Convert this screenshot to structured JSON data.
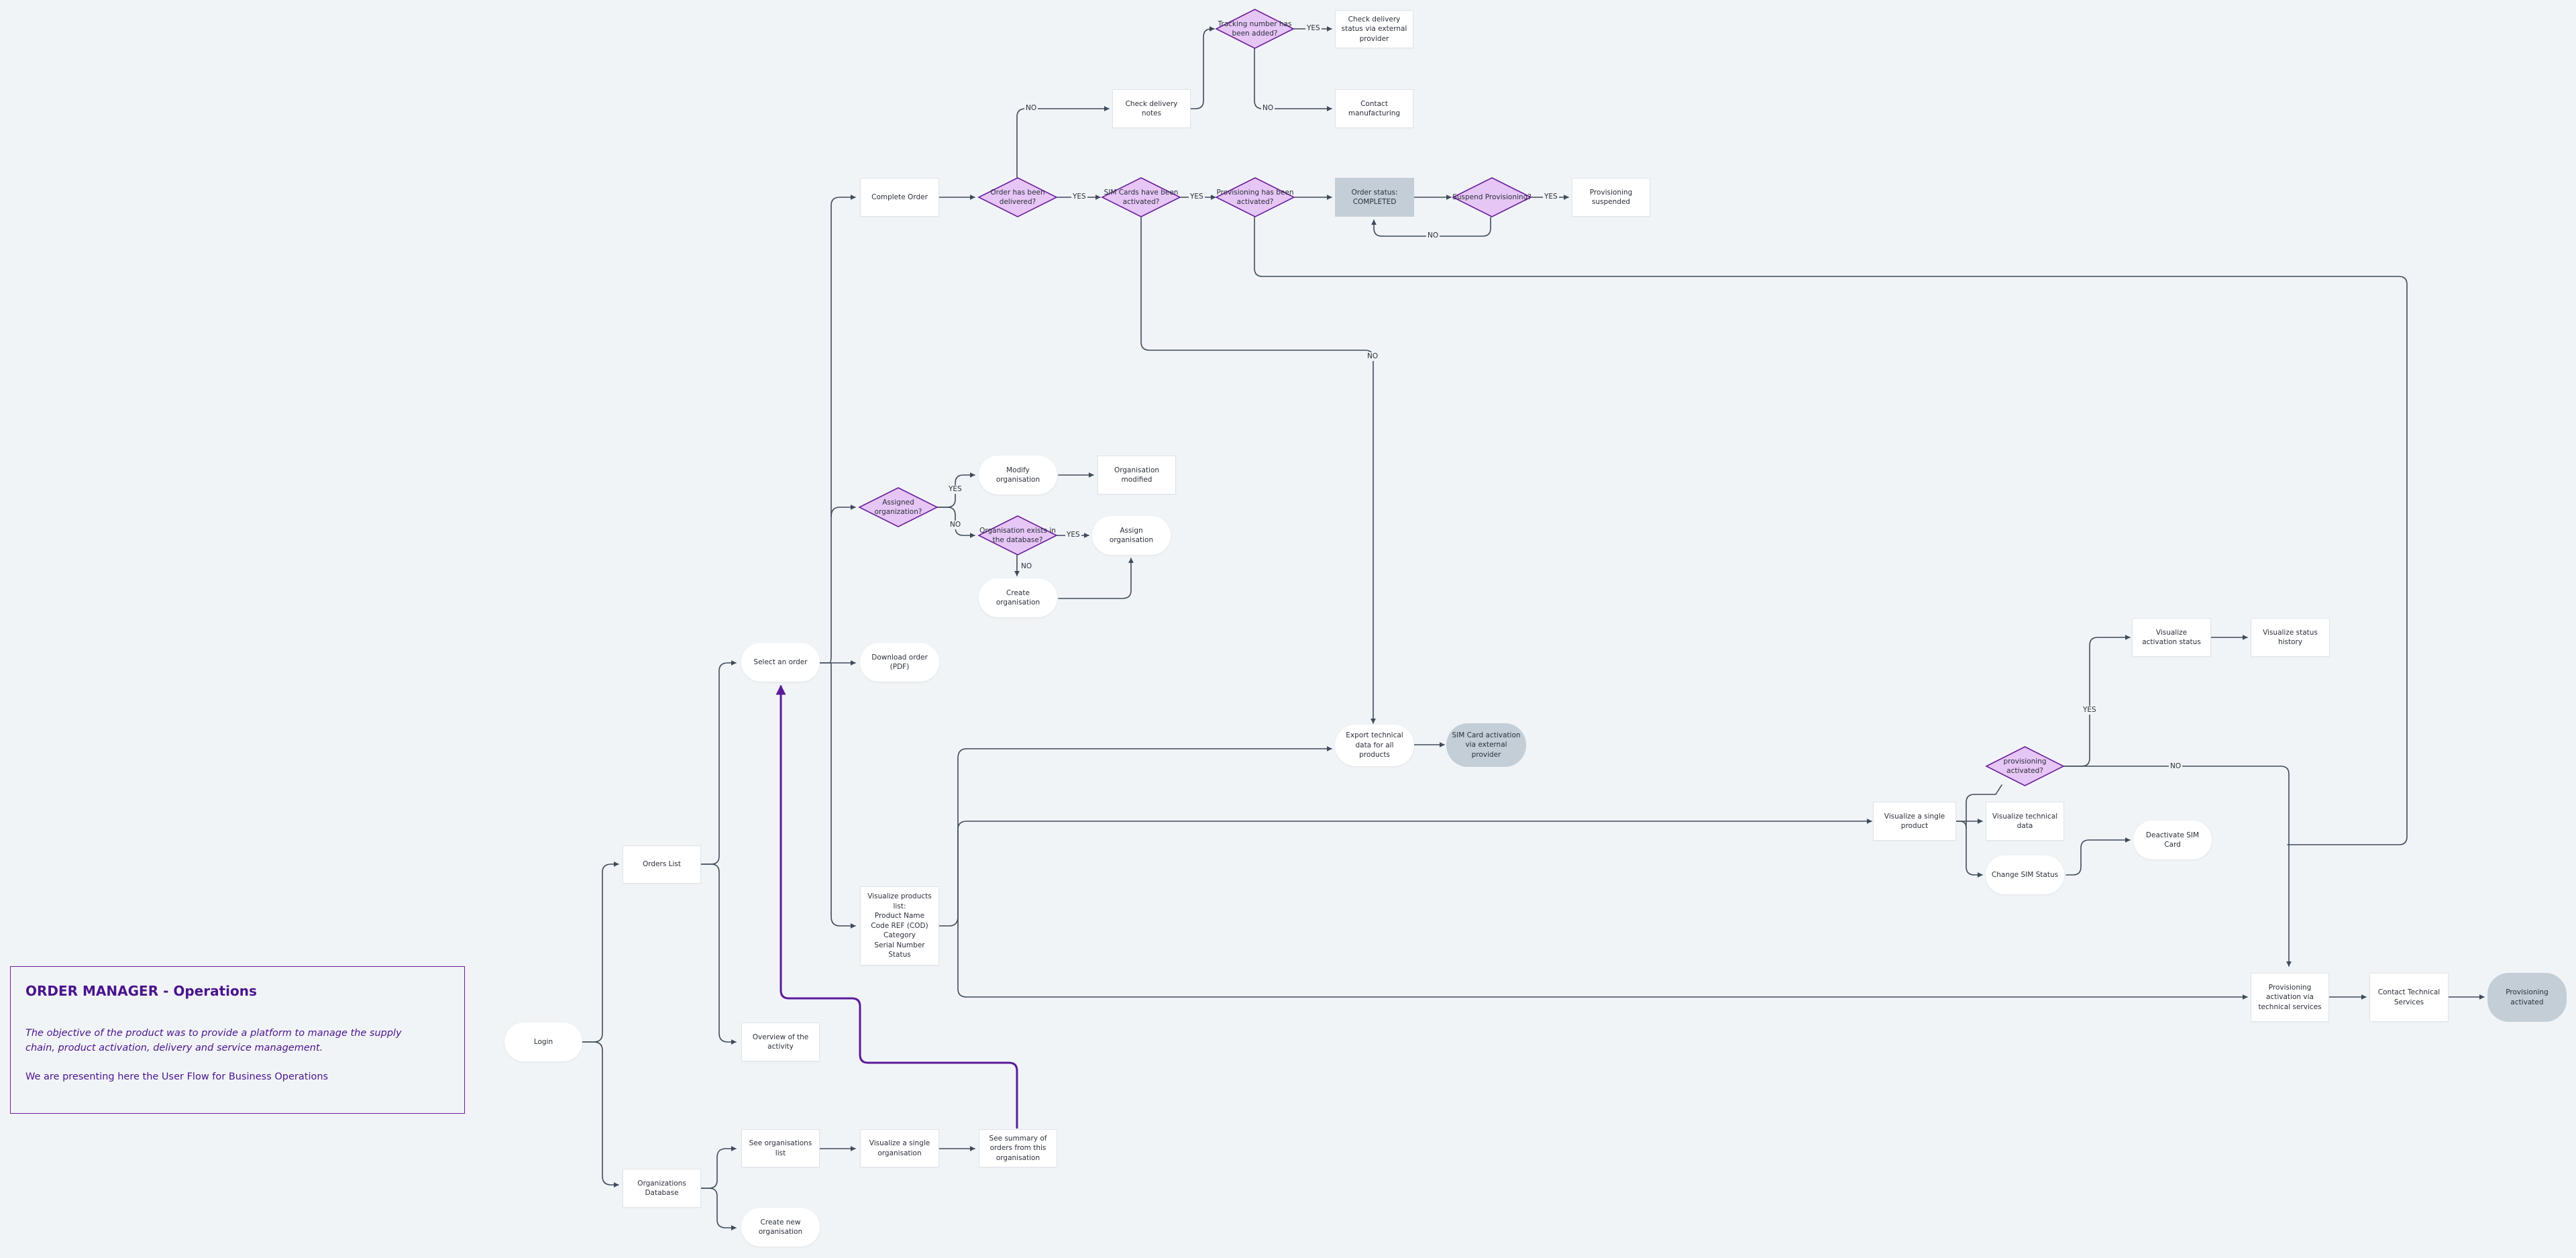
{
  "info": {
    "title": "ORDER MANAGER - Operations",
    "description": "The objective of the product was to provide a platform to manage the supply chain, product activation, delivery and service management.",
    "note": "We are presenting here the User Flow for Business Operations"
  },
  "colors": {
    "background": "#f1f4f7",
    "decision_fill": "#e6c6f5",
    "decision_stroke": "#6a1b9a",
    "connector": "#3f4a5a",
    "highlight_path": "#5c1a99",
    "terminal_fill": "#c3ced7",
    "title_text": "#4a148c"
  },
  "nodes": {
    "login": "Login",
    "orders_list": "Orders List",
    "org_database": "Organizations Database",
    "select_order": "Select an order",
    "overview": "Overview of the activity",
    "see_org_list": "See organisations list",
    "create_org_new": "Create new organisation",
    "visualize_single_org": "Visualize a single organisation",
    "see_summary": "See summary of orders from this organisation",
    "complete_order": "Complete Order",
    "order_delivered": "Order has been delivered?",
    "check_delivery_notes": "Check delivery notes",
    "tracking_number": "Tracking number has been added?",
    "check_delivery_status": "Check delivery status via external provider",
    "contact_manufacturing": "Contact manufacturing",
    "sim_activated": "SIM Cards have been activated?",
    "provisioning_activated_q": "Provisioning has been activated?",
    "order_completed": "Order status: COMPLETED",
    "suspend_provisioning": "Suspend Provisioning?",
    "provisioning_suspended": "Provisioning suspended",
    "assigned_org": "Assigned organization?",
    "modify_org": "Modify organisation",
    "org_modified": "Organisation modified",
    "org_exists": "Organisation exists in the database?",
    "assign_org": "Assign organisation",
    "create_org": "Create organisation",
    "download_order": "Download order (PDF)",
    "visualize_products": "Visualize products list:\nProduct Name\nCode REF (COD)\nCategory\nSerial Number\nStatus",
    "export_technical": "Export technical data for all products",
    "sim_activation_ext": "SIM Card activation via external provider",
    "visualize_single_product": "Visualize a single product",
    "visualize_technical": "Visualize technical data",
    "change_sim_status": "Change SIM Status",
    "deactivate_sim": "Deactivate SIM Card",
    "provisioning_q": "provisioning activated?",
    "visualize_activation": "Visualize activation status",
    "visualize_history": "Visualize status history",
    "provisioning_tech": "Provisioning activation via technical services",
    "contact_tech": "Contact Technical Services",
    "provisioning_activated": "Provisioning activated"
  },
  "edge_labels": {
    "yes": "YES",
    "no": "NO"
  }
}
